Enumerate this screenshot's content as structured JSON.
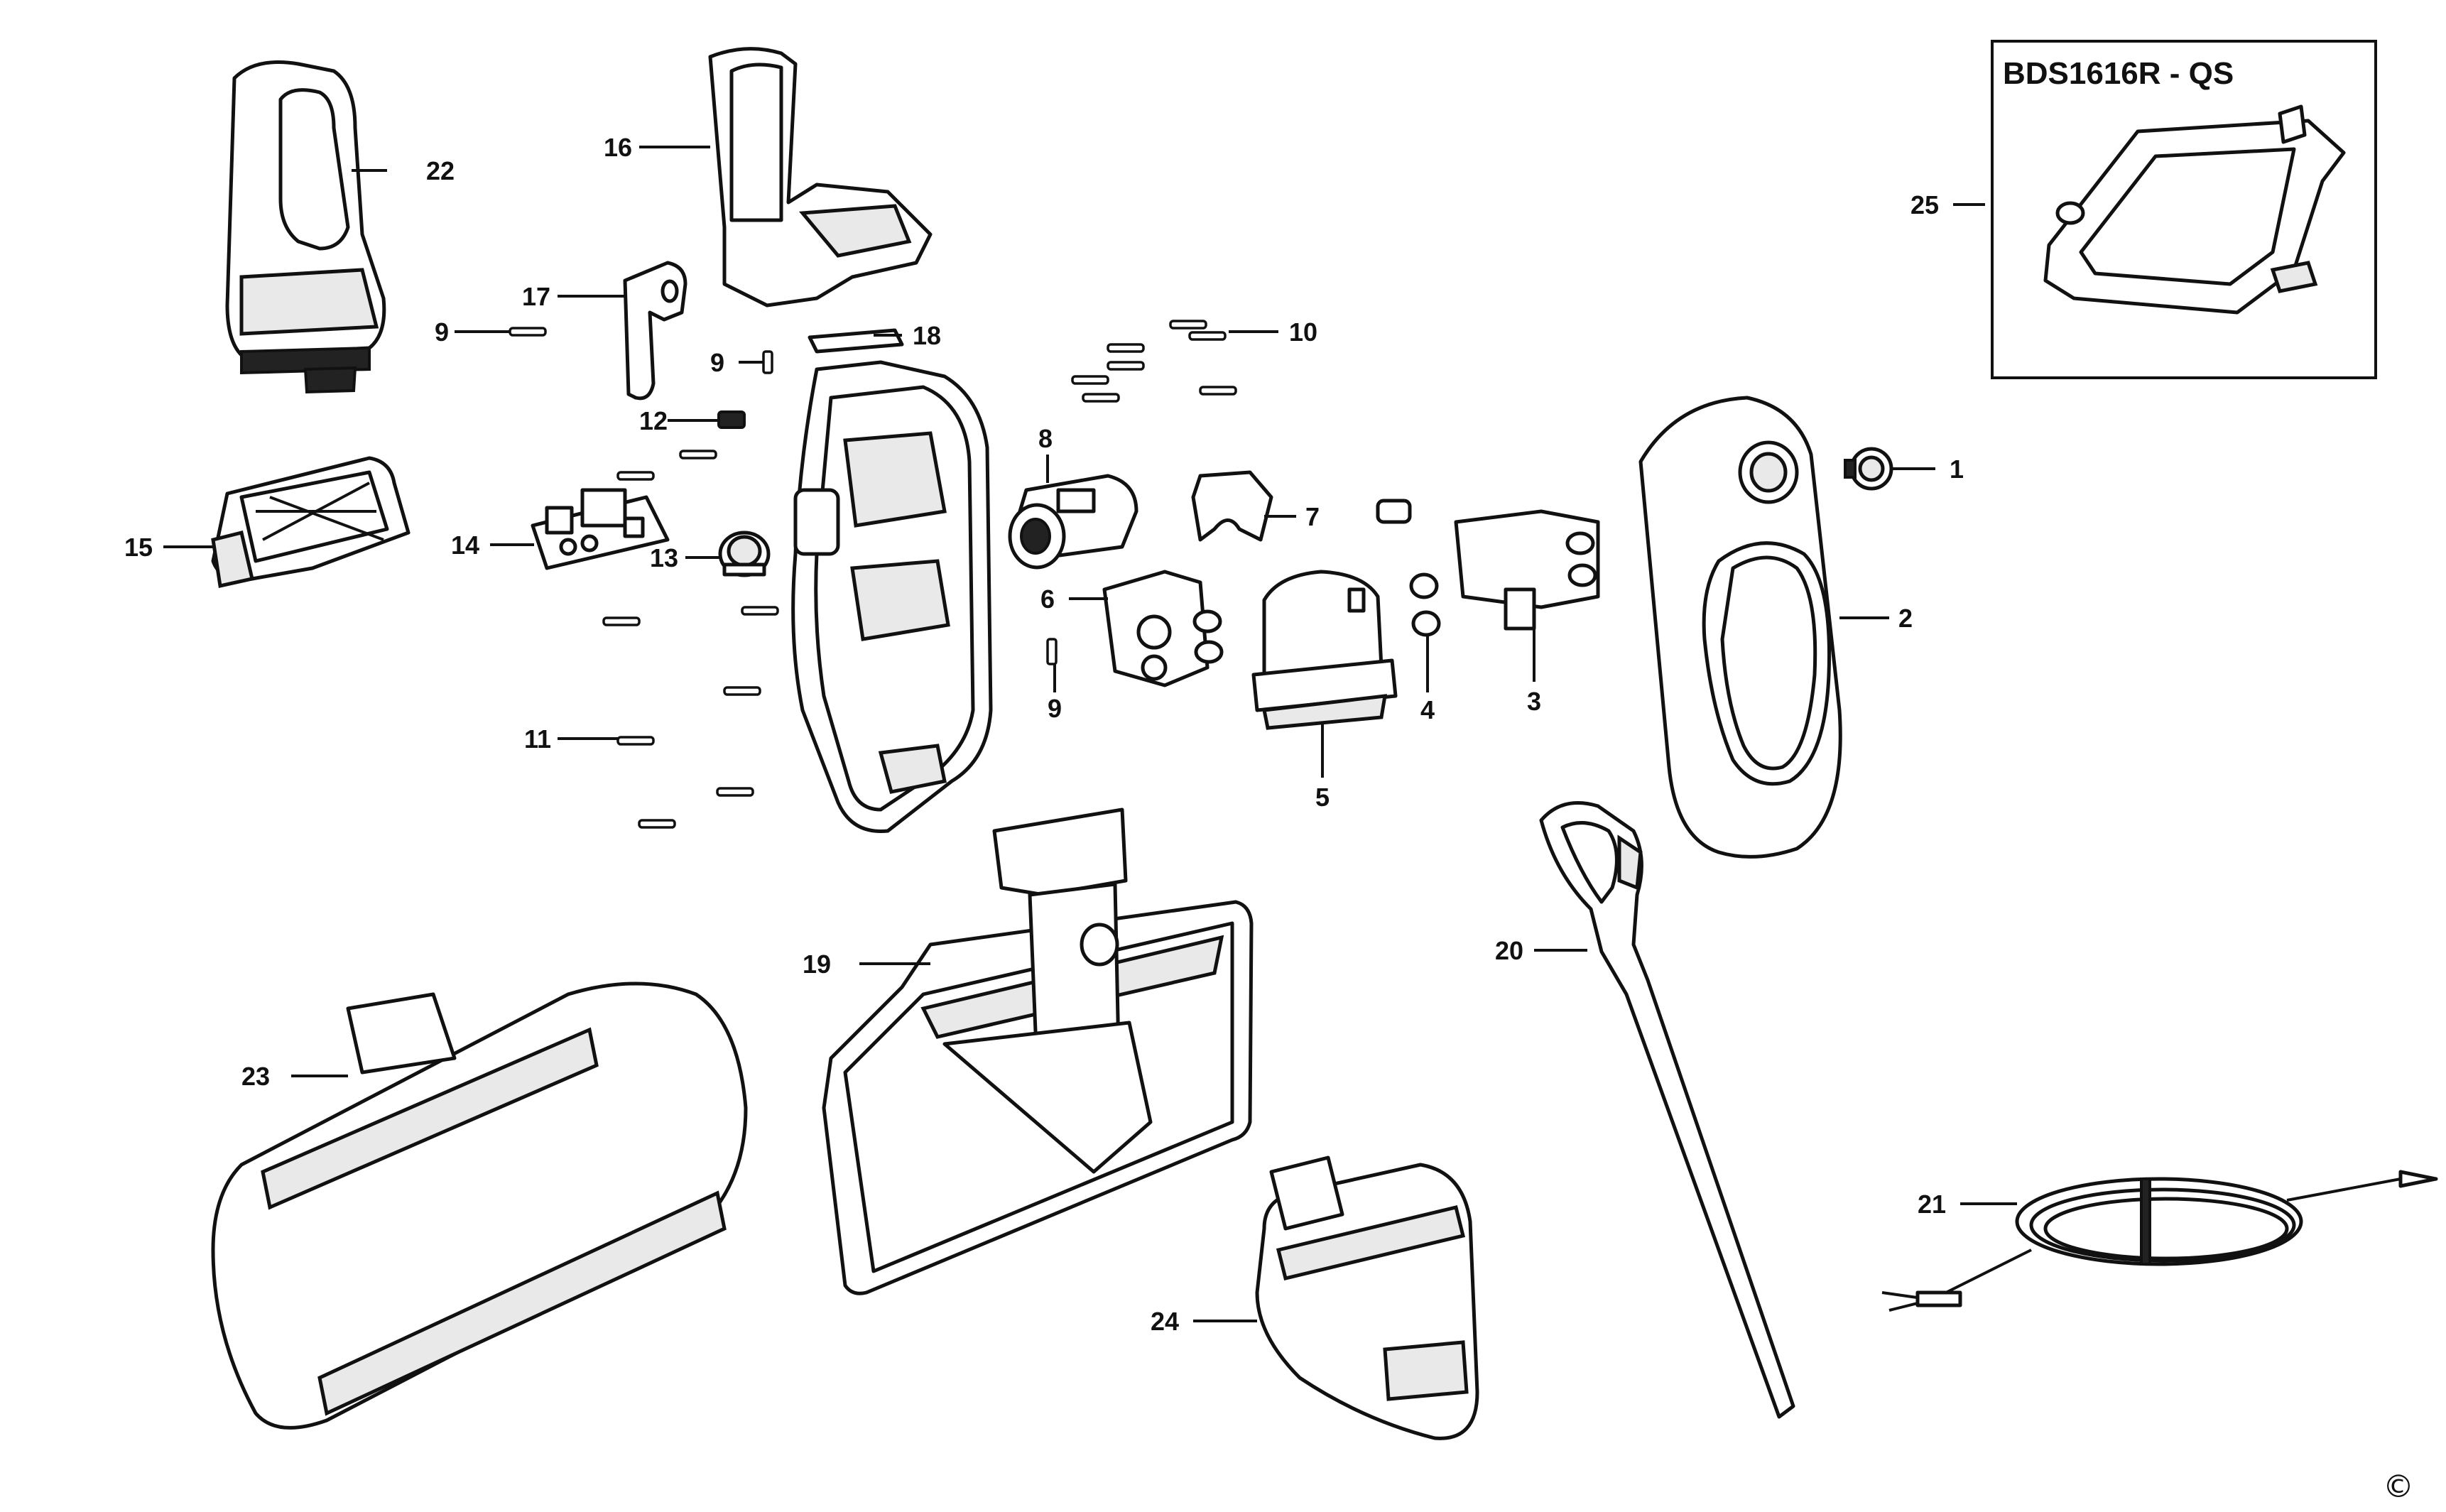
{
  "diagram": {
    "model_code": "BDS1616R - QS",
    "copyright_mark": "©",
    "parts": [
      {
        "num": "1"
      },
      {
        "num": "2"
      },
      {
        "num": "3"
      },
      {
        "num": "4"
      },
      {
        "num": "5"
      },
      {
        "num": "6"
      },
      {
        "num": "7"
      },
      {
        "num": "8"
      },
      {
        "num": "9"
      },
      {
        "num": "10"
      },
      {
        "num": "11"
      },
      {
        "num": "12"
      },
      {
        "num": "13"
      },
      {
        "num": "14"
      },
      {
        "num": "15"
      },
      {
        "num": "16"
      },
      {
        "num": "17"
      },
      {
        "num": "18"
      },
      {
        "num": "19"
      },
      {
        "num": "20"
      },
      {
        "num": "21"
      },
      {
        "num": "22"
      },
      {
        "num": "23"
      },
      {
        "num": "24"
      },
      {
        "num": "25"
      }
    ],
    "extra_labels": {
      "screw_9_b": "9",
      "screw_9_c": "9"
    }
  }
}
